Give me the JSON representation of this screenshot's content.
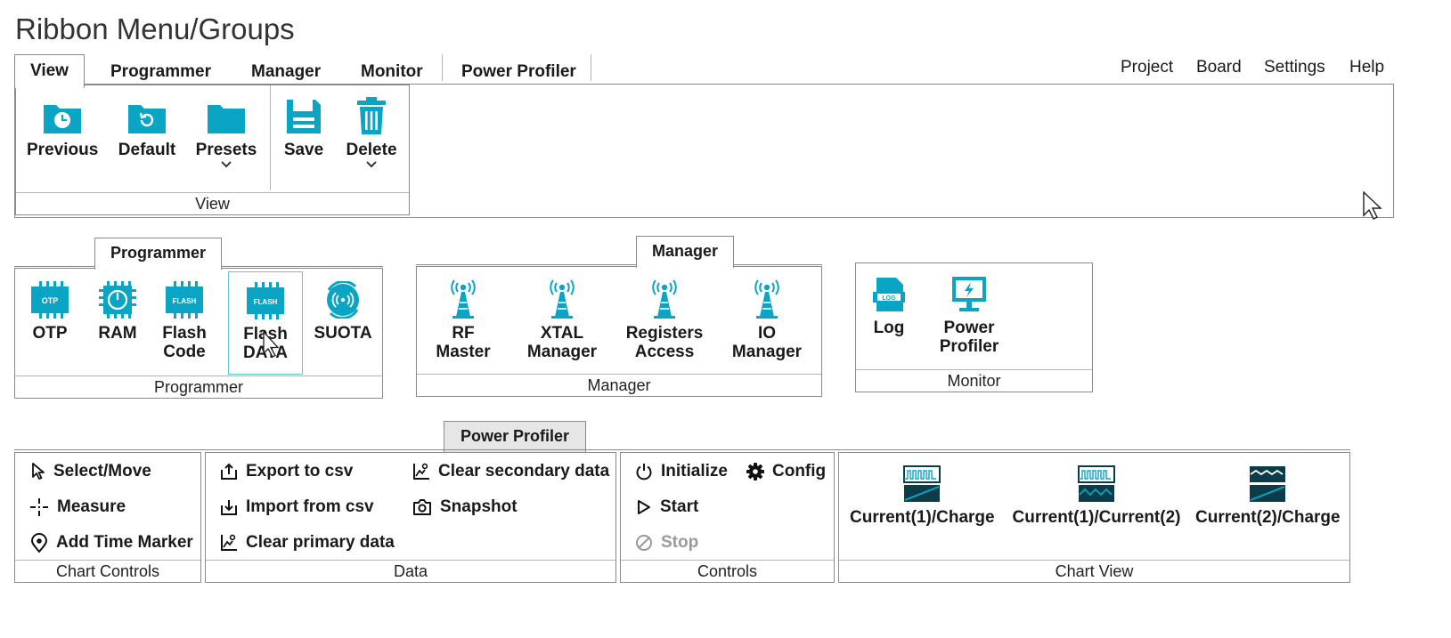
{
  "page": {
    "title": "Ribbon Menu/Groups"
  },
  "colors": {
    "accent": "#0aa5c4",
    "accent_dark": "#0a3c4a",
    "border": "#8a8a8a",
    "disabled": "#9a9a9a"
  },
  "ribbon": {
    "tabs": [
      "View",
      "Programmer",
      "Manager",
      "Monitor",
      "Power Profiler"
    ],
    "active_tab": "View",
    "right_menu": [
      "Project",
      "Board",
      "Settings",
      "Help"
    ],
    "view_group": {
      "label": "View",
      "buttons": [
        {
          "label": "Previous",
          "icon": "folder-clock-icon"
        },
        {
          "label": "Default",
          "icon": "folder-reset-icon"
        },
        {
          "label": "Presets",
          "icon": "folder-icon"
        },
        {
          "label": "Save",
          "icon": "floppy-disk-icon"
        },
        {
          "label": "Delete",
          "icon": "trash-icon"
        }
      ]
    }
  },
  "programmer": {
    "tab": "Programmer",
    "group_label": "Programmer",
    "buttons": [
      {
        "label": "OTP",
        "icon": "otp-chip-icon",
        "chip_text": "OTP"
      },
      {
        "label": "RAM",
        "icon": "ram-chip-icon"
      },
      {
        "label1": "Flash",
        "label2": "Code",
        "icon": "flash-chip-icon",
        "chip_text": "FLASH"
      },
      {
        "label1": "Flash",
        "label2": "DATA",
        "icon": "flash-chip-icon",
        "chip_text": "FLASH"
      },
      {
        "label": "SUOTA",
        "icon": "suota-icon"
      }
    ]
  },
  "manager": {
    "tab": "Manager",
    "group_label": "Manager",
    "buttons": [
      {
        "label1": "RF",
        "label2": "Master",
        "icon": "antenna-tower-icon"
      },
      {
        "label1": "XTAL",
        "label2": "Manager",
        "icon": "antenna-tower-icon"
      },
      {
        "label1": "Registers",
        "label2": "Access",
        "icon": "antenna-tower-icon"
      },
      {
        "label1": "IO",
        "label2": "Manager",
        "icon": "antenna-tower-icon"
      }
    ]
  },
  "monitor": {
    "group_label": "Monitor",
    "buttons": [
      {
        "label": "Log",
        "icon": "log-document-icon",
        "icon_text": "LOG"
      },
      {
        "label1": "Power",
        "label2": "Profiler",
        "icon": "monitor-power-icon"
      }
    ]
  },
  "power_profiler": {
    "tab": "Power Profiler",
    "chart_controls": {
      "label": "Chart Controls",
      "items": [
        {
          "label": "Select/Move",
          "icon": "cursor-arrow-icon"
        },
        {
          "label": "Measure",
          "icon": "crosshair-icon"
        },
        {
          "label": "Add Time Marker",
          "icon": "location-pin-icon"
        }
      ]
    },
    "data": {
      "label": "Data",
      "items": [
        {
          "label": "Export to csv",
          "icon": "export-icon"
        },
        {
          "label": "Import from csv",
          "icon": "import-icon"
        },
        {
          "label": "Clear primary data",
          "icon": "chart-clear-icon"
        },
        {
          "label": "Clear secondary data",
          "icon": "chart-clear-icon"
        },
        {
          "label": "Snapshot",
          "icon": "camera-icon"
        }
      ]
    },
    "controls": {
      "label": "Controls",
      "items": [
        {
          "label": "Initialize",
          "icon": "power-icon"
        },
        {
          "label": "Config",
          "icon": "gear-icon"
        },
        {
          "label": "Start",
          "icon": "play-icon"
        },
        {
          "label": "Stop",
          "icon": "stop-icon",
          "enabled": false
        }
      ]
    },
    "chart_view": {
      "label": "Chart View",
      "items": [
        {
          "label": "Current(1)/Charge",
          "icon": "current-charge-icon"
        },
        {
          "label": "Current(1)/Current(2)",
          "icon": "current-current-icon"
        },
        {
          "label": "Current(2)/Charge",
          "icon": "current2-charge-icon"
        }
      ]
    }
  }
}
